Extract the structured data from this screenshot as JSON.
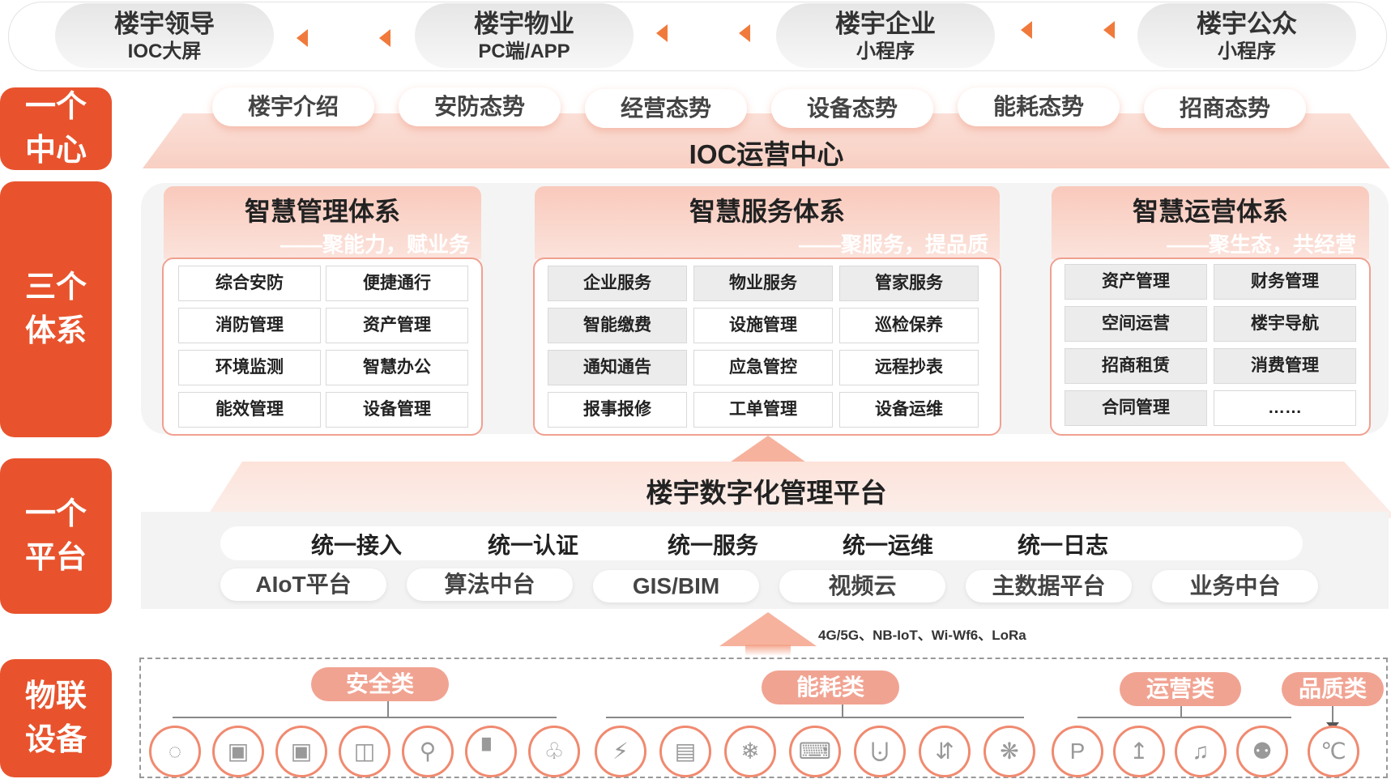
{
  "top_channels": [
    {
      "title": "楼宇领导",
      "sub": "IOC大屏"
    },
    {
      "title": "楼宇物业",
      "sub": "PC端/APP"
    },
    {
      "title": "楼宇企业",
      "sub": "小程序"
    },
    {
      "title": "楼宇公众",
      "sub": "小程序"
    }
  ],
  "side_labels": {
    "center": [
      "一个",
      "中心"
    ],
    "systems": [
      "三个",
      "体系"
    ],
    "platform": [
      "一个",
      "平台"
    ],
    "devices": [
      "物联",
      "设备"
    ]
  },
  "ioc": {
    "title": "IOC运营中心",
    "tabs": [
      "楼宇介绍",
      "安防态势",
      "经营态势",
      "设备态势",
      "能耗态势",
      "招商态势"
    ]
  },
  "systems": [
    {
      "title": "智慧管理体系",
      "sub": "——聚能力，赋业务",
      "cells": [
        "综合安防",
        "便捷通行",
        "消防管理",
        "资产管理",
        "环境监测",
        "智慧办公",
        "能效管理",
        "设备管理"
      ]
    },
    {
      "title": "智慧服务体系",
      "sub": "——聚服务，提品质",
      "cells": [
        "企业服务",
        "物业服务",
        "管家服务",
        "智能缴费",
        "设施管理",
        "巡检保养",
        "通知通告",
        "应急管控",
        "远程抄表",
        "报事报修",
        "工单管理",
        "设备运维"
      ]
    },
    {
      "title": "智慧运营体系",
      "sub": "——聚生态，共经营",
      "cells": [
        "资产管理",
        "财务管理",
        "空间运营",
        "楼宇导航",
        "招商租赁",
        "消费管理",
        "合同管理",
        "……"
      ]
    }
  ],
  "platform": {
    "title": "楼宇数字化管理平台",
    "unified": [
      "统一接入",
      "统一认证",
      "统一服务",
      "统一运维",
      "统一日志"
    ],
    "platforms": [
      "AIoT平台",
      "算法中台",
      "GIS/BIM",
      "视频云",
      "主数据平台",
      "业务中台"
    ]
  },
  "network": "4G/5G、NB-IoT、Wi-Wf6、LoRa",
  "device_categories": [
    "安全类",
    "能耗类",
    "运营类",
    "品质类"
  ],
  "device_icons": {
    "safety": [
      "camera-icon",
      "access-card-icon",
      "door-lock-icon",
      "card-reader-icon",
      "location-icon",
      "fire-hydrant-icon",
      "alarm-bell-icon"
    ],
    "energy": [
      "electric-meter-icon",
      "water-meter-icon",
      "air-conditioner-icon",
      "smart-switch-icon",
      "valve-icon",
      "elevator-icon",
      "light-bulb-icon"
    ],
    "operation": [
      "parking-icon",
      "export-icon",
      "music-icon",
      "people-counter-icon"
    ],
    "quality": [
      "thermometer-icon"
    ]
  },
  "colors": {
    "accent": "#e8532d",
    "pink": "#f1a392",
    "light": "#fbe0d8"
  }
}
